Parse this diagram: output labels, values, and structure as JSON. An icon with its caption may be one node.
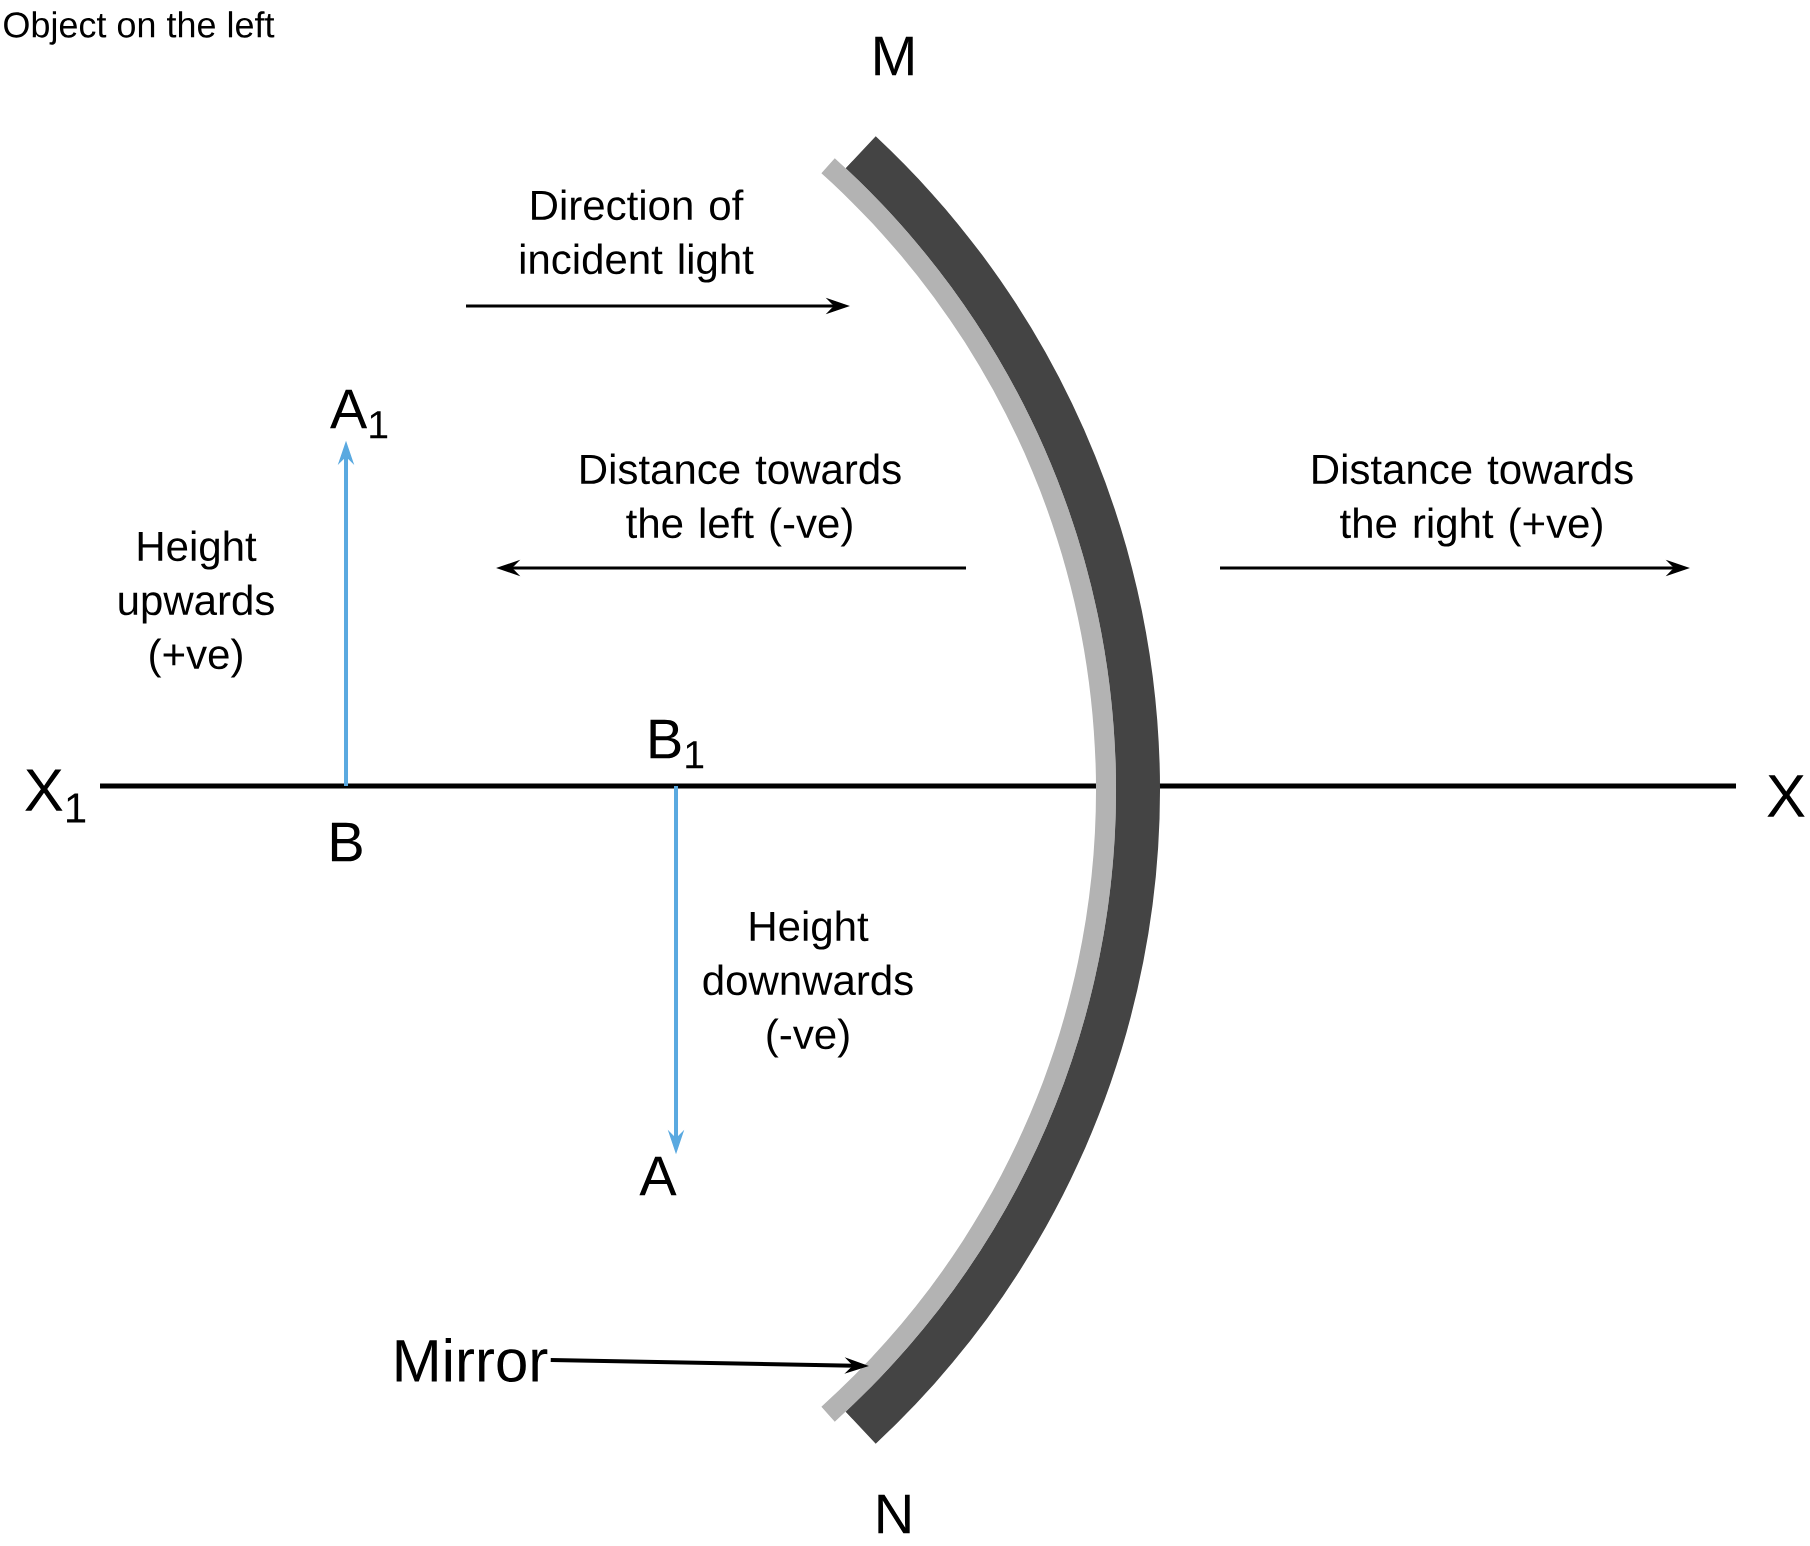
{
  "diagram": {
    "nodes": [
      {
        "text": [],
        "shape": "arc",
        "beside": [
          "M",
          "N"
        ]
      },
      {
        "text": [
          "Mirror"
        ]
      },
      {
        "text": [
          "A$_{1}$"
        ]
      },
      {
        "text": [
          "B"
        ]
      },
      {
        "text": [
          "B$_{1}$"
        ]
      },
      {
        "text": [
          "A"
        ]
      }
    ],
    "edges": [
      {
        "from": 1,
        "to": 0,
        "arrow": "to",
        "color": "#000000"
      },
      {
        "from": 3,
        "to": 2,
        "arrow": "to",
        "color": "#5aa9e0"
      },
      {
        "from": 4,
        "to": 5,
        "arrow": "to",
        "color": "#5aa9e0"
      }
    ],
    "labels": [
      "Object on the left",
      "Direction of incident light",
      "Distance towards the left (-ve)",
      "Distance towards the right (+ve)",
      "Height upwards (+ve)",
      "Height downwards (-ve)",
      "X$_{1}$",
      "X"
    ]
  }
}
